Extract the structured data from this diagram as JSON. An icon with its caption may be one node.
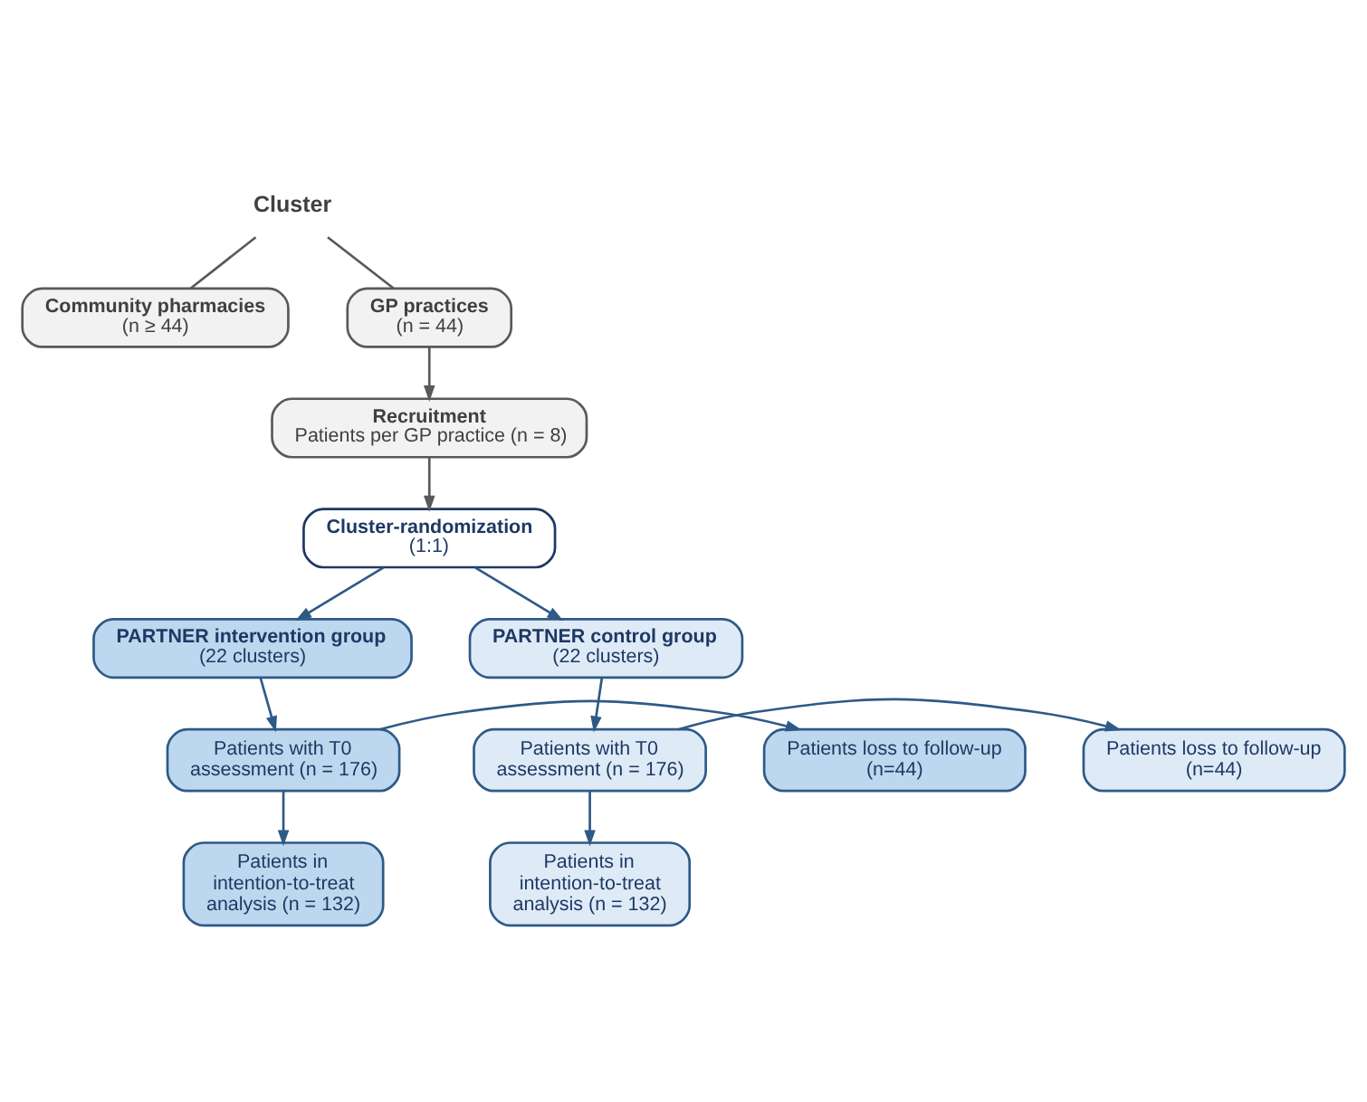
{
  "diagram": {
    "nodes": [
      {
        "text": [
          "Cluster"
        ]
      },
      {
        "text": [
          "Community pharmacies",
          "(n ≥ 44)"
        ]
      },
      {
        "text": [
          "GP practices",
          "(n = 44)"
        ]
      },
      {
        "text": [
          "Recruitment",
          "Patients per GP practice (n = 8)"
        ]
      },
      {
        "text": [
          "Cluster-randomization",
          "(1:1)"
        ]
      },
      {
        "text": [
          "PARTNER intervention group",
          "(22 clusters)"
        ]
      },
      {
        "text": [
          "PARTNER control group",
          "(22 clusters)"
        ]
      },
      {
        "text": [
          "Patients with T0 assessment (n = 176)"
        ]
      },
      {
        "text": [
          "Patients loss to follow-up (n=44)"
        ]
      },
      {
        "text": [
          "Patients in intention-to-treat analysis (n = 132)"
        ]
      },
      {
        "text": [
          "Patients with T0 assessment (n = 176)"
        ]
      },
      {
        "text": [
          "Patients loss to follow-up (n=44)"
        ]
      },
      {
        "text": [
          "Patients in intention-to-treat analysis (n = 132)"
        ]
      }
    ],
    "edges": [
      {
        "from": 0,
        "to": 1,
        "arrow": "none",
        "color": "#595959"
      },
      {
        "from": 0,
        "to": 2,
        "arrow": "none",
        "color": "#595959"
      },
      {
        "from": 2,
        "to": 3,
        "arrow": "to",
        "color": "#595959"
      },
      {
        "from": 3,
        "to": 4,
        "arrow": "to",
        "color": "#595959"
      },
      {
        "from": 4,
        "to": 5,
        "arrow": "to"
      },
      {
        "from": 4,
        "to": 6,
        "arrow": "to"
      },
      {
        "from": 5,
        "to": 7,
        "arrow": "to"
      },
      {
        "from": 6,
        "to": 10,
        "arrow": "to"
      },
      {
        "from": 7,
        "to": 8,
        "arrow": "to"
      },
      {
        "from": 7,
        "to": 9,
        "arrow": "to"
      },
      {
        "from": 10,
        "to": 11,
        "arrow": "to"
      },
      {
        "from": 10,
        "to": 12,
        "arrow": "to"
      }
    ]
  }
}
